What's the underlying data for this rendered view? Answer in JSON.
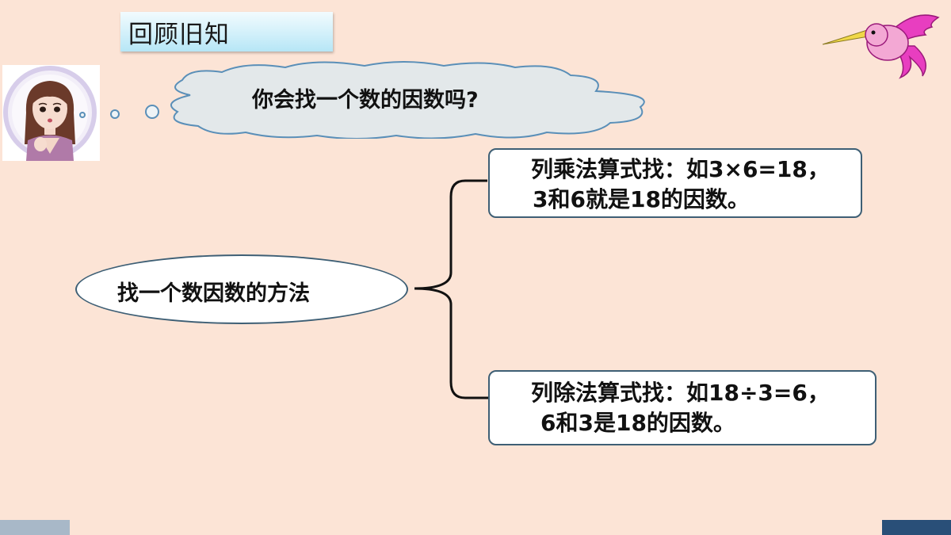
{
  "slide": {
    "title": "回顾旧知",
    "question": "你会找一个数的因数吗?",
    "root_label": "找一个数因数的方法",
    "methods": [
      {
        "line1": "列乘法算式找：如3×6=18，",
        "line2": "3和6就是18的因数。"
      },
      {
        "line1": "列除法算式找：如18÷3=6，",
        "line2": "6和3是18的因数。"
      }
    ]
  },
  "icons": {
    "teacher": "teacher-girl-illustration",
    "bird": "hummingbird-icon"
  },
  "colors": {
    "background": "#fce4d6",
    "title_bar": "#d2f0fa",
    "node_border": "#3e5f75",
    "thought_cloud": "#e3e8ea",
    "bird": "#e83ec0",
    "footer_left": "#a8b8c8",
    "footer_right": "#294f78"
  }
}
